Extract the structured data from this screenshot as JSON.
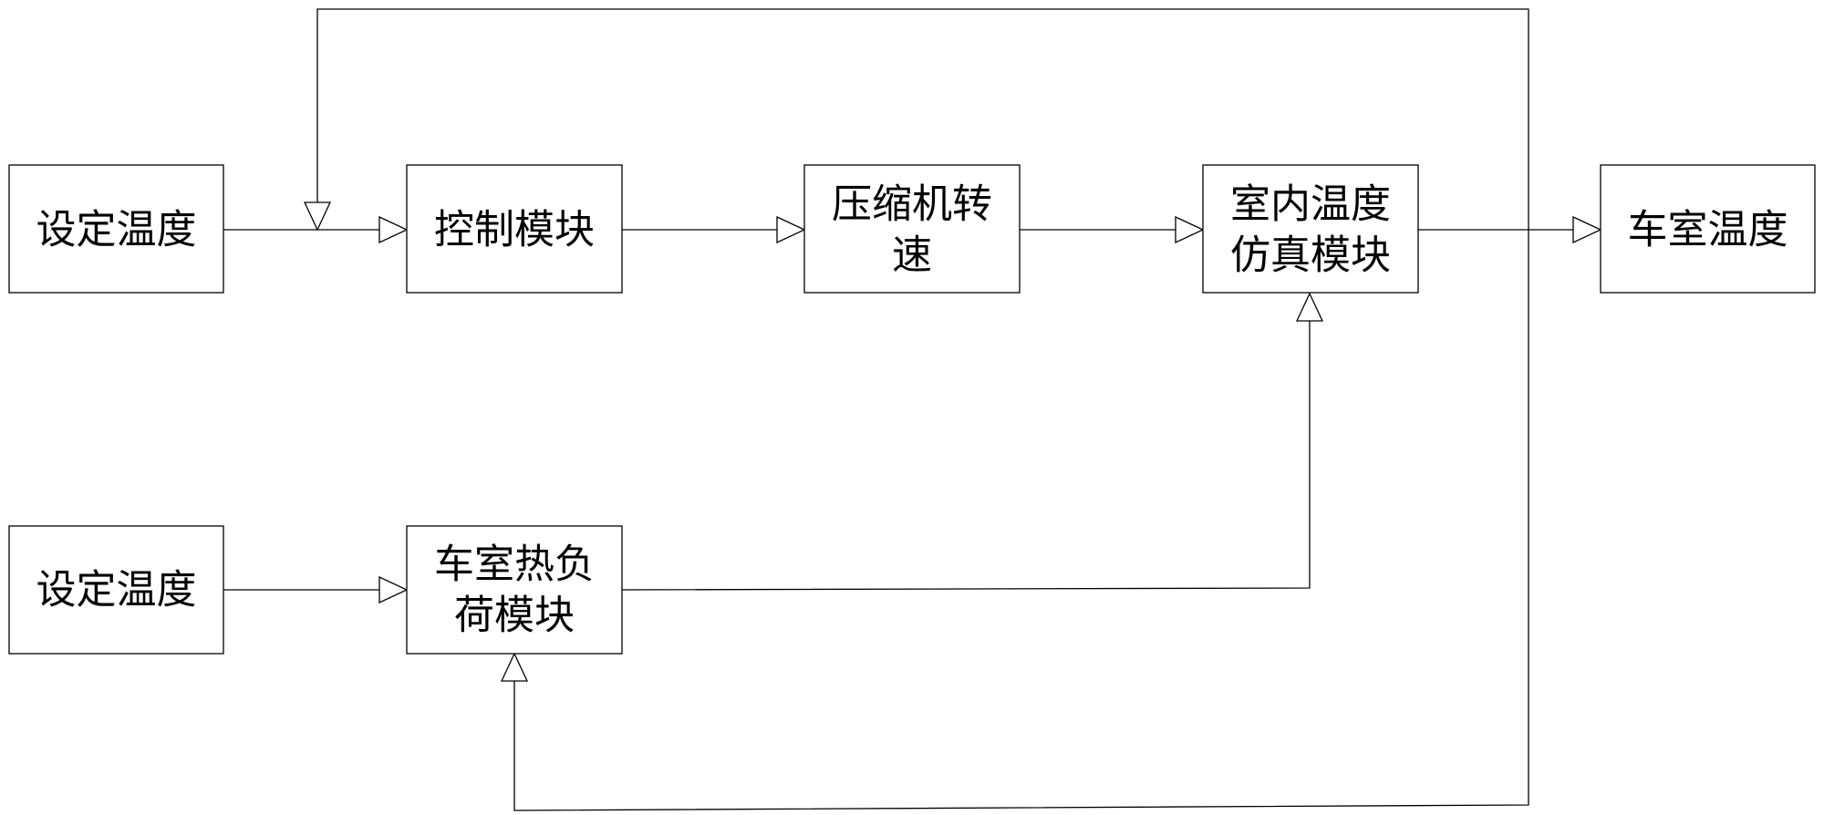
{
  "nodes": {
    "set_temp_top": {
      "lines": [
        "设定温度"
      ]
    },
    "control_module": {
      "lines": [
        "控制模块"
      ]
    },
    "compressor_speed": {
      "lines": [
        "压缩机转",
        "速"
      ]
    },
    "indoor_sim_module": {
      "lines": [
        "室内温度",
        "仿真模块"
      ]
    },
    "cabin_temp": {
      "lines": [
        "车室温度"
      ]
    },
    "set_temp_bottom": {
      "lines": [
        "设定温度"
      ]
    },
    "cabin_heat_load_module": {
      "lines": [
        "车室热负",
        "荷模块"
      ]
    }
  },
  "edges": [
    {
      "from": "set_temp_top",
      "to": "control_module"
    },
    {
      "from": "control_module",
      "to": "compressor_speed"
    },
    {
      "from": "compressor_speed",
      "to": "indoor_sim_module"
    },
    {
      "from": "indoor_sim_module",
      "to": "cabin_temp"
    },
    {
      "from": "set_temp_bottom",
      "to": "cabin_heat_load_module"
    },
    {
      "from": "cabin_heat_load_module",
      "to": "indoor_sim_module"
    },
    {
      "from": "cabin_temp",
      "to": "control_module",
      "kind": "feedback"
    },
    {
      "from": "cabin_temp",
      "to": "cabin_heat_load_module",
      "kind": "feedback"
    }
  ]
}
